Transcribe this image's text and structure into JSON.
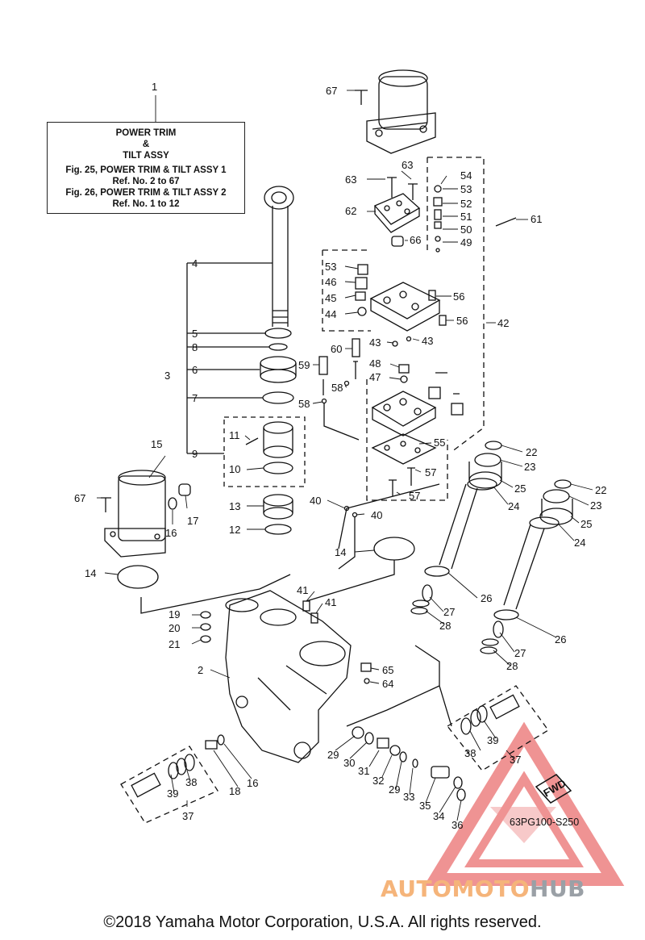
{
  "legend": {
    "title_line1": "POWER TRIM",
    "title_line2": "&",
    "title_line3": "TILT ASSY",
    "ref1": "Fig. 25, POWER TRIM & TILT ASSY 1",
    "ref1_range": "Ref. No. 2 to 67",
    "ref2": "Fig. 26, POWER TRIM & TILT ASSY 2",
    "ref2_range": "Ref. No. 1 to 12"
  },
  "callouts": {
    "c1": "1",
    "c2": "2",
    "c3": "3",
    "c4": "4",
    "c5": "5",
    "c6": "6",
    "c7": "7",
    "c8": "8",
    "c9": "9",
    "c10": "10",
    "c11": "11",
    "c12": "12",
    "c13": "13",
    "c14": "14",
    "c15": "15",
    "c16": "16",
    "c17": "17",
    "c18": "18",
    "c19": "19",
    "c20": "20",
    "c21": "21",
    "c22": "22",
    "c23": "23",
    "c24": "24",
    "c25": "25",
    "c26": "26",
    "c27": "27",
    "c28": "28",
    "c29": "29",
    "c30": "30",
    "c31": "31",
    "c32": "32",
    "c33": "33",
    "c34": "34",
    "c35": "35",
    "c36": "36",
    "c37": "37",
    "c38": "38",
    "c39": "39",
    "c40": "40",
    "c41": "41",
    "c42": "42",
    "c43": "43",
    "c44": "44",
    "c45": "45",
    "c46": "46",
    "c47": "47",
    "c48": "48",
    "c49": "49",
    "c50": "50",
    "c51": "51",
    "c52": "52",
    "c53": "53",
    "c54": "54",
    "c55": "55",
    "c56": "56",
    "c57": "57",
    "c58": "58",
    "c59": "59",
    "c60": "60",
    "c61": "61",
    "c62": "62",
    "c63": "63",
    "c64": "64",
    "c65": "65",
    "c66": "66",
    "c67": "67"
  },
  "fwd_label": "FWD",
  "figure_code": "63PG100-S250",
  "watermark": {
    "part1": "AUTOMOTO",
    "part2": "HUB"
  },
  "copyright": "©2018 Yamaha Motor Corporation, U.S.A. All rights reserved.",
  "colors": {
    "watermark_red": "#e23b3b",
    "watermark_orange": "#f5b47a",
    "watermark_gray": "#9aa0a6",
    "line": "#111111"
  }
}
